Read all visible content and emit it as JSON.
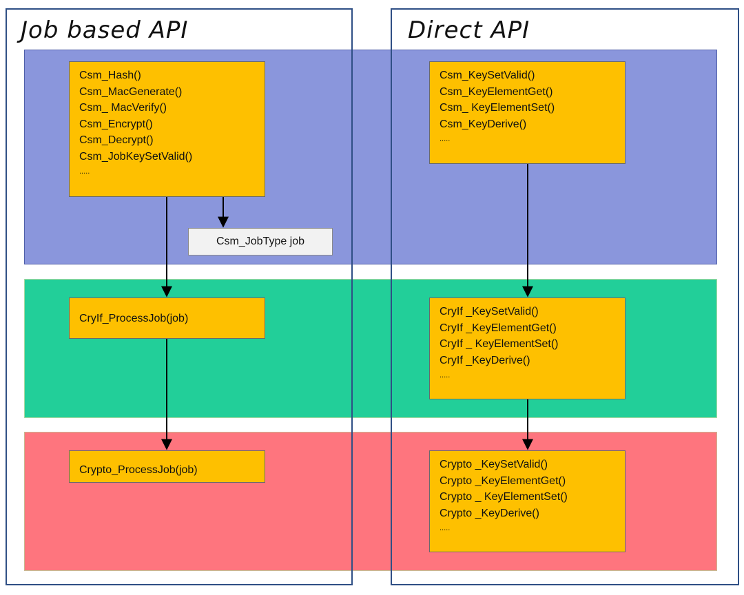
{
  "titles": {
    "left": "Job based API",
    "right": "Direct API"
  },
  "boxes": {
    "csm_job": [
      "Csm_Hash()",
      "Csm_MacGenerate()",
      "Csm_ MacVerify()",
      "Csm_Encrypt()",
      "Csm_Decrypt()",
      "Csm_JobKeySetValid()",
      "....."
    ],
    "csm_direct": [
      "Csm_KeySetValid()",
      "Csm_KeyElementGet()",
      "Csm_ KeyElementSet()",
      "Csm_KeyDerive()",
      "....."
    ],
    "jobtype": "Csm_JobType job",
    "cryif_job": "CryIf_ProcessJob(job)",
    "cryif_direct": [
      "CryIf _KeySetValid()",
      "CryIf _KeyElementGet()",
      "CryIf _ KeyElementSet()",
      "CryIf _KeyDerive()",
      "....."
    ],
    "crypto_job": "Crypto_ProcessJob(job)",
    "crypto_direct": [
      "Crypto _KeySetValid()",
      "Crypto _KeyElementGet()",
      "Crypto _ KeyElementSet()",
      "Crypto _KeyDerive()",
      "....."
    ]
  },
  "colors": {
    "csm_layer": "#8a96dc",
    "cryif_layer": "#22cf99",
    "crypto_layer": "#fe757e",
    "function_box": "#fec000",
    "frame": "#2f4f85"
  }
}
